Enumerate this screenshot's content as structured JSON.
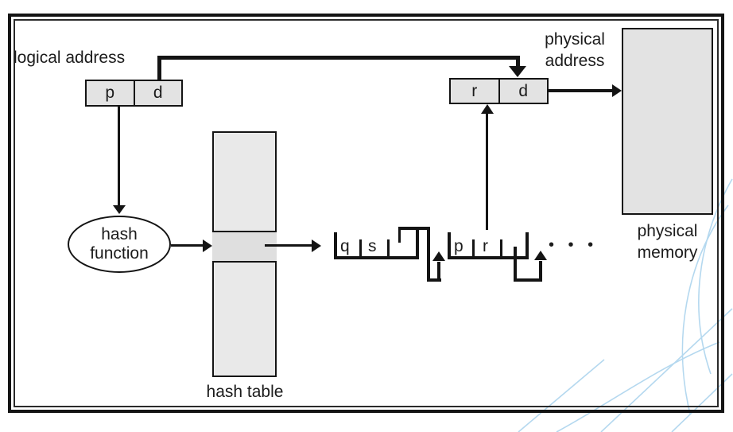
{
  "figure": {
    "labels": {
      "logical_address": "logical address",
      "physical_address": "physical address",
      "physical_memory": "physical memory",
      "hash_table": "hash table",
      "hash_function": "hash function",
      "ellipsis": "• • •"
    },
    "logical_address_box": {
      "p": "p",
      "d": "d"
    },
    "physical_address_box": {
      "r": "r",
      "d": "d"
    },
    "list_node_1": {
      "field1": "q",
      "field2": "s"
    },
    "list_node_2": {
      "field1": "p",
      "field2": "r"
    },
    "colors": {
      "box_fill": "#e3e3e3",
      "table_fill": "#e9e9e9",
      "row_fill": "#dfdfdf",
      "line": "#141414",
      "watermark": "#b4d8ef",
      "background": "#ffffff"
    }
  }
}
